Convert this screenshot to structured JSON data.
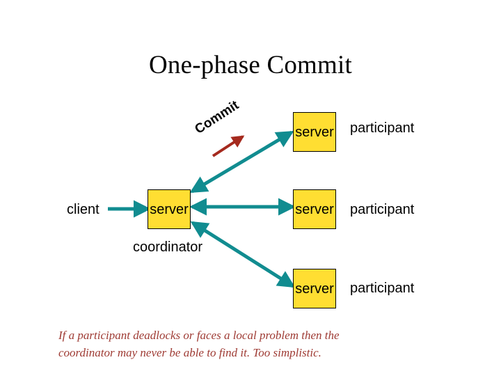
{
  "slide": {
    "title": "One-phase Commit",
    "background_color": "#FFFFFF"
  },
  "palette": {
    "node_fill": "#FFDE32",
    "node_border": "#000000",
    "arrow_teal": "#118C90",
    "arrow_red": "#A52A1E",
    "caption_color": "#9E3A33",
    "text_color": "#000000"
  },
  "diagram": {
    "client": {
      "label": "client"
    },
    "coordinator": {
      "box_label": "server",
      "role_label": "coordinator"
    },
    "participants": [
      {
        "box_label": "server",
        "role_label": "participant"
      },
      {
        "box_label": "server",
        "role_label": "participant"
      },
      {
        "box_label": "server",
        "role_label": "participant"
      }
    ],
    "annotation": {
      "label": "Commit",
      "arrow_color": "#A52A1E",
      "rotation_degrees": -33
    },
    "edges": [
      {
        "name": "client-to-coordinator",
        "from": "client",
        "to": "coordinator",
        "heads": "single"
      },
      {
        "name": "coordinator-to-participant-1",
        "from": "coordinator",
        "to": "participant-1",
        "heads": "double"
      },
      {
        "name": "coordinator-to-participant-2",
        "from": "coordinator",
        "to": "participant-2",
        "heads": "double"
      },
      {
        "name": "coordinator-to-participant-3",
        "from": "coordinator",
        "to": "participant-3",
        "heads": "double"
      }
    ]
  },
  "caption": {
    "line1": "If a participant deadlocks or faces a local problem then the",
    "line2": "coordinator may never be able to find it. Too simplistic."
  }
}
